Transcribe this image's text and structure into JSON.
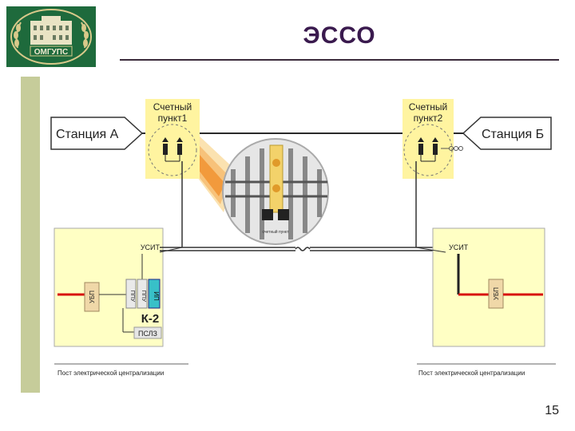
{
  "header": {
    "title": "ЭССО",
    "logo_text": "ОМГУПС"
  },
  "footer": {
    "page_number": "15"
  },
  "diagram": {
    "station_a": "Станция А",
    "station_b": "Станция Б",
    "counter1_line1": "Счетный",
    "counter1_line2": "пункт1",
    "counter2_line1": "Счетный",
    "counter2_line2": "пункт2",
    "usit_left": "УСИТ",
    "usit_right": "УСИТ",
    "ubp_left": "УБП",
    "ubp_right": "УБП",
    "ppu1": "ППУ",
    "ppu2": "ППУ",
    "ip": "ИП",
    "k2": "К-2",
    "pslz": "ПСЛЗ",
    "post_left": "Пост электрической централизации",
    "post_right": "Пост электрической централизации",
    "zoom_caption": "счетный пункт",
    "colors": {
      "yellow_box": "#ffffc4",
      "counter_highlight": "#fff4a0",
      "track": "#2a2a2a",
      "red_line": "#d81010",
      "ubp_fill": "#f0d8a8",
      "ip_fill": "#38c0c8",
      "zoom_orange": "#f29a3c",
      "side_strip": "#c6cc9a"
    }
  }
}
